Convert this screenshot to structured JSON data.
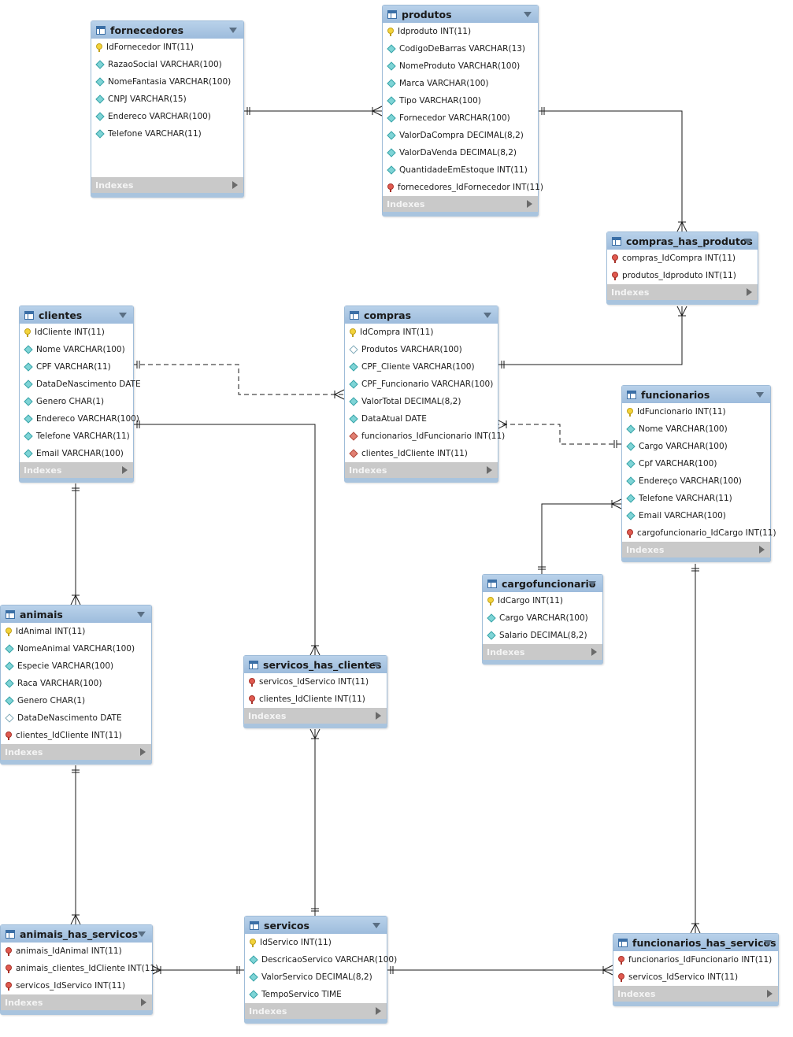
{
  "tables": [
    {
      "id": "fornecedores",
      "name": "fornecedores",
      "footer": "Indexes",
      "columns": [
        {
          "icon": "pk",
          "text": "IdFornecedor INT(11)"
        },
        {
          "icon": "col",
          "text": "RazaoSocial VARCHAR(100)"
        },
        {
          "icon": "col",
          "text": "NomeFantasia VARCHAR(100)"
        },
        {
          "icon": "col",
          "text": "CNPJ VARCHAR(15)"
        },
        {
          "icon": "col",
          "text": "Endereco VARCHAR(100)"
        },
        {
          "icon": "col",
          "text": "Telefone VARCHAR(11)"
        },
        {
          "icon": "none",
          "text": ""
        },
        {
          "icon": "none",
          "text": ""
        }
      ]
    },
    {
      "id": "produtos",
      "name": "produtos",
      "footer": "Indexes",
      "columns": [
        {
          "icon": "pk",
          "text": "Idproduto INT(11)"
        },
        {
          "icon": "col",
          "text": "CodigoDeBarras VARCHAR(13)"
        },
        {
          "icon": "col",
          "text": "NomeProduto VARCHAR(100)"
        },
        {
          "icon": "col",
          "text": "Marca VARCHAR(100)"
        },
        {
          "icon": "col",
          "text": "Tipo VARCHAR(100)"
        },
        {
          "icon": "col",
          "text": "Fornecedor VARCHAR(100)"
        },
        {
          "icon": "col",
          "text": "ValorDaCompra DECIMAL(8,2)"
        },
        {
          "icon": "col",
          "text": "ValorDaVenda DECIMAL(8,2)"
        },
        {
          "icon": "col",
          "text": "QuantidadeEmEstoque INT(11)"
        },
        {
          "icon": "fk",
          "text": "fornecedores_IdFornecedor INT(11)"
        }
      ]
    },
    {
      "id": "compras_has_produtos",
      "name": "compras_has_produtos",
      "footer": "Indexes",
      "columns": [
        {
          "icon": "fk",
          "text": "compras_IdCompra INT(11)"
        },
        {
          "icon": "fk",
          "text": "produtos_Idproduto INT(11)"
        }
      ]
    },
    {
      "id": "clientes",
      "name": "clientes",
      "footer": "Indexes",
      "columns": [
        {
          "icon": "pk",
          "text": "IdCliente INT(11)"
        },
        {
          "icon": "col",
          "text": "Nome VARCHAR(100)"
        },
        {
          "icon": "col",
          "text": "CPF VARCHAR(11)"
        },
        {
          "icon": "col",
          "text": "DataDeNascimento DATE"
        },
        {
          "icon": "col",
          "text": "Genero CHAR(1)"
        },
        {
          "icon": "col",
          "text": "Endereco VARCHAR(100)"
        },
        {
          "icon": "col",
          "text": "Telefone VARCHAR(11)"
        },
        {
          "icon": "col",
          "text": "Email VARCHAR(100)"
        }
      ]
    },
    {
      "id": "compras",
      "name": "compras",
      "footer": "Indexes",
      "columns": [
        {
          "icon": "pk",
          "text": "IdCompra INT(11)"
        },
        {
          "icon": "colnull",
          "text": "Produtos VARCHAR(100)"
        },
        {
          "icon": "col",
          "text": "CPF_Cliente VARCHAR(100)"
        },
        {
          "icon": "col",
          "text": "CPF_Funcionario VARCHAR(100)"
        },
        {
          "icon": "col",
          "text": "ValorTotal DECIMAL(8,2)"
        },
        {
          "icon": "col",
          "text": "DataAtual DATE"
        },
        {
          "icon": "colfk",
          "text": "funcionarios_IdFuncionario INT(11)"
        },
        {
          "icon": "colfk",
          "text": "clientes_IdCliente INT(11)"
        }
      ]
    },
    {
      "id": "funcionarios",
      "name": "funcionarios",
      "footer": "Indexes",
      "columns": [
        {
          "icon": "pk",
          "text": "IdFuncionario INT(11)"
        },
        {
          "icon": "col",
          "text": "Nome VARCHAR(100)"
        },
        {
          "icon": "col",
          "text": "Cargo VARCHAR(100)"
        },
        {
          "icon": "col",
          "text": "Cpf VARCHAR(100)"
        },
        {
          "icon": "col",
          "text": "Endereço VARCHAR(100)"
        },
        {
          "icon": "col",
          "text": "Telefone VARCHAR(11)"
        },
        {
          "icon": "col",
          "text": "Email VARCHAR(100)"
        },
        {
          "icon": "fk",
          "text": "cargofuncionario_IdCargo INT(11)"
        }
      ]
    },
    {
      "id": "cargofuncionario",
      "name": "cargofuncionario",
      "footer": "Indexes",
      "columns": [
        {
          "icon": "pk",
          "text": "IdCargo INT(11)"
        },
        {
          "icon": "col",
          "text": "Cargo VARCHAR(100)"
        },
        {
          "icon": "col",
          "text": "Salario DECIMAL(8,2)"
        }
      ]
    },
    {
      "id": "animais",
      "name": "animais",
      "footer": "Indexes",
      "columns": [
        {
          "icon": "pk",
          "text": "IdAnimal INT(11)"
        },
        {
          "icon": "col",
          "text": "NomeAnimal VARCHAR(100)"
        },
        {
          "icon": "col",
          "text": "Especie VARCHAR(100)"
        },
        {
          "icon": "col",
          "text": "Raca VARCHAR(100)"
        },
        {
          "icon": "col",
          "text": "Genero CHAR(1)"
        },
        {
          "icon": "colnull",
          "text": "DataDeNascimento DATE"
        },
        {
          "icon": "fk",
          "text": "clientes_IdCliente INT(11)"
        }
      ]
    },
    {
      "id": "servicos_has_clientes",
      "name": "servicos_has_clientes",
      "footer": "Indexes",
      "columns": [
        {
          "icon": "fk",
          "text": "servicos_IdServico INT(11)"
        },
        {
          "icon": "fk",
          "text": "clientes_IdCliente INT(11)"
        }
      ]
    },
    {
      "id": "animais_has_servicos",
      "name": "animais_has_servicos",
      "footer": "Indexes",
      "columns": [
        {
          "icon": "fk",
          "text": "animais_IdAnimal INT(11)"
        },
        {
          "icon": "fk",
          "text": "animais_clientes_IdCliente INT(11)"
        },
        {
          "icon": "fk",
          "text": "servicos_IdServico INT(11)"
        }
      ]
    },
    {
      "id": "servicos",
      "name": "servicos",
      "footer": "Indexes",
      "columns": [
        {
          "icon": "pk",
          "text": "IdServico INT(11)"
        },
        {
          "icon": "col",
          "text": "DescricaoServico VARCHAR(100)"
        },
        {
          "icon": "col",
          "text": "ValorServico DECIMAL(8,2)"
        },
        {
          "icon": "col",
          "text": "TempoServico TIME"
        }
      ]
    },
    {
      "id": "funcionarios_has_servicos",
      "name": "funcionarios_has_servicos",
      "footer": "Indexes",
      "columns": [
        {
          "icon": "fk",
          "text": "funcionarios_IdFuncionario INT(11)"
        },
        {
          "icon": "fk",
          "text": "servicos_IdServico INT(11)"
        }
      ]
    }
  ],
  "relationships": [
    {
      "from": "fornecedores",
      "to": "produtos",
      "style": "solid",
      "from_end": "one",
      "to_end": "many"
    },
    {
      "from": "produtos",
      "to": "compras_has_produtos",
      "style": "solid",
      "from_end": "one",
      "to_end": "many"
    },
    {
      "from": "compras",
      "to": "compras_has_produtos",
      "style": "solid",
      "from_end": "one",
      "to_end": "many"
    },
    {
      "from": "clientes",
      "to": "compras",
      "style": "dashed",
      "from_end": "one",
      "to_end": "many"
    },
    {
      "from": "funcionarios",
      "to": "compras",
      "style": "dashed",
      "from_end": "one",
      "to_end": "many"
    },
    {
      "from": "cargofuncionario",
      "to": "funcionarios",
      "style": "solid",
      "from_end": "one",
      "to_end": "many"
    },
    {
      "from": "clientes",
      "to": "servicos_has_clientes",
      "style": "solid",
      "from_end": "one",
      "to_end": "many"
    },
    {
      "from": "clientes",
      "to": "animais",
      "style": "solid",
      "from_end": "one",
      "to_end": "many"
    },
    {
      "from": "animais",
      "to": "animais_has_servicos",
      "style": "solid",
      "from_end": "one",
      "to_end": "many"
    },
    {
      "from": "servicos",
      "to": "servicos_has_clientes",
      "style": "solid",
      "from_end": "one",
      "to_end": "many"
    },
    {
      "from": "servicos",
      "to": "animais_has_servicos",
      "style": "solid",
      "from_end": "one",
      "to_end": "many"
    },
    {
      "from": "servicos",
      "to": "funcionarios_has_servicos",
      "style": "solid",
      "from_end": "one",
      "to_end": "many"
    },
    {
      "from": "funcionarios",
      "to": "funcionarios_has_servicos",
      "style": "solid",
      "from_end": "one",
      "to_end": "many"
    }
  ],
  "colors": {
    "header": "#a7c3e0",
    "footer": "#c9c9c9",
    "line": "#1a1a1a"
  }
}
